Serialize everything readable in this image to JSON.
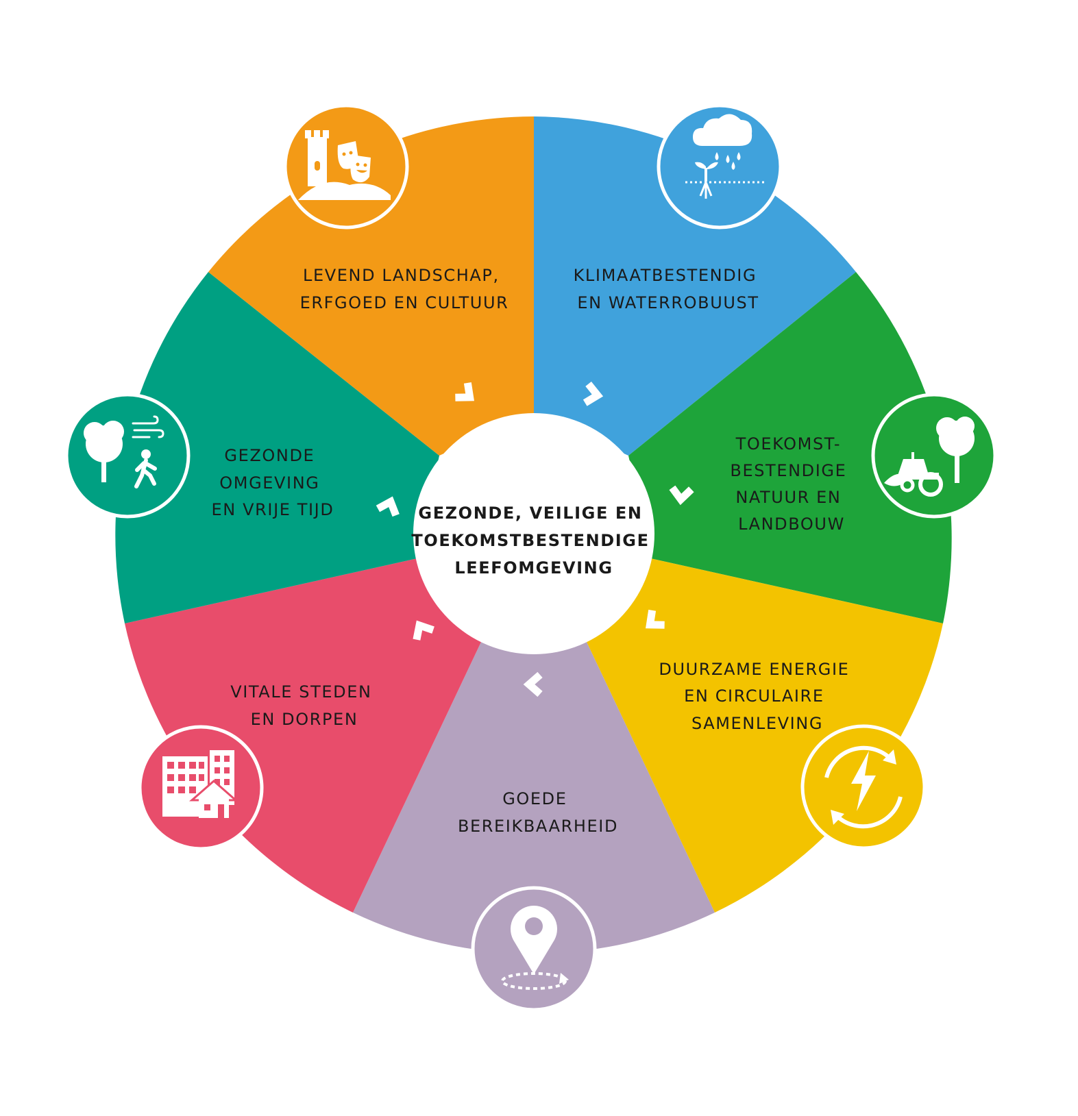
{
  "center": {
    "lines": [
      "GEZONDE, VEILIGE EN",
      "TOEKOMSTBESTENDIGE",
      "LEEFOMGEVING"
    ]
  },
  "segments": [
    {
      "id": "klimaat",
      "lines": [
        "KLIMAATBESTENDIG",
        "EN WATERROBUUST"
      ],
      "color": "#40a2dc",
      "icon": "rain-cloud-plant-icon"
    },
    {
      "id": "natuur",
      "lines": [
        "TOEKOMST-",
        "BESTENDIGE",
        "NATUUR EN",
        "LANDBOUW"
      ],
      "color": "#1ea43a",
      "icon": "tractor-tree-icon"
    },
    {
      "id": "energie",
      "lines": [
        "DUURZAME ENERGIE",
        "EN CIRCULAIRE",
        "SAMENLEVING"
      ],
      "color": "#f3c300",
      "icon": "energy-cycle-icon"
    },
    {
      "id": "bereikbaarheid",
      "lines": [
        "GOEDE",
        "BEREIKBAARHEID"
      ],
      "color": "#b4a2bf",
      "icon": "location-pin-icon"
    },
    {
      "id": "steden",
      "lines": [
        "VITALE STEDEN",
        "EN DORPEN"
      ],
      "color": "#e84d6b",
      "icon": "buildings-house-icon"
    },
    {
      "id": "gezond",
      "lines": [
        "GEZONDE",
        "OMGEVING",
        "EN VRIJE TIJD"
      ],
      "color": "#00a082",
      "icon": "tree-walker-icon"
    },
    {
      "id": "landschap",
      "lines": [
        "LEVEND LANDSCHAP,",
        "ERFGOED EN CULTUUR"
      ],
      "color": "#f39a16",
      "icon": "castle-masks-icon"
    }
  ]
}
